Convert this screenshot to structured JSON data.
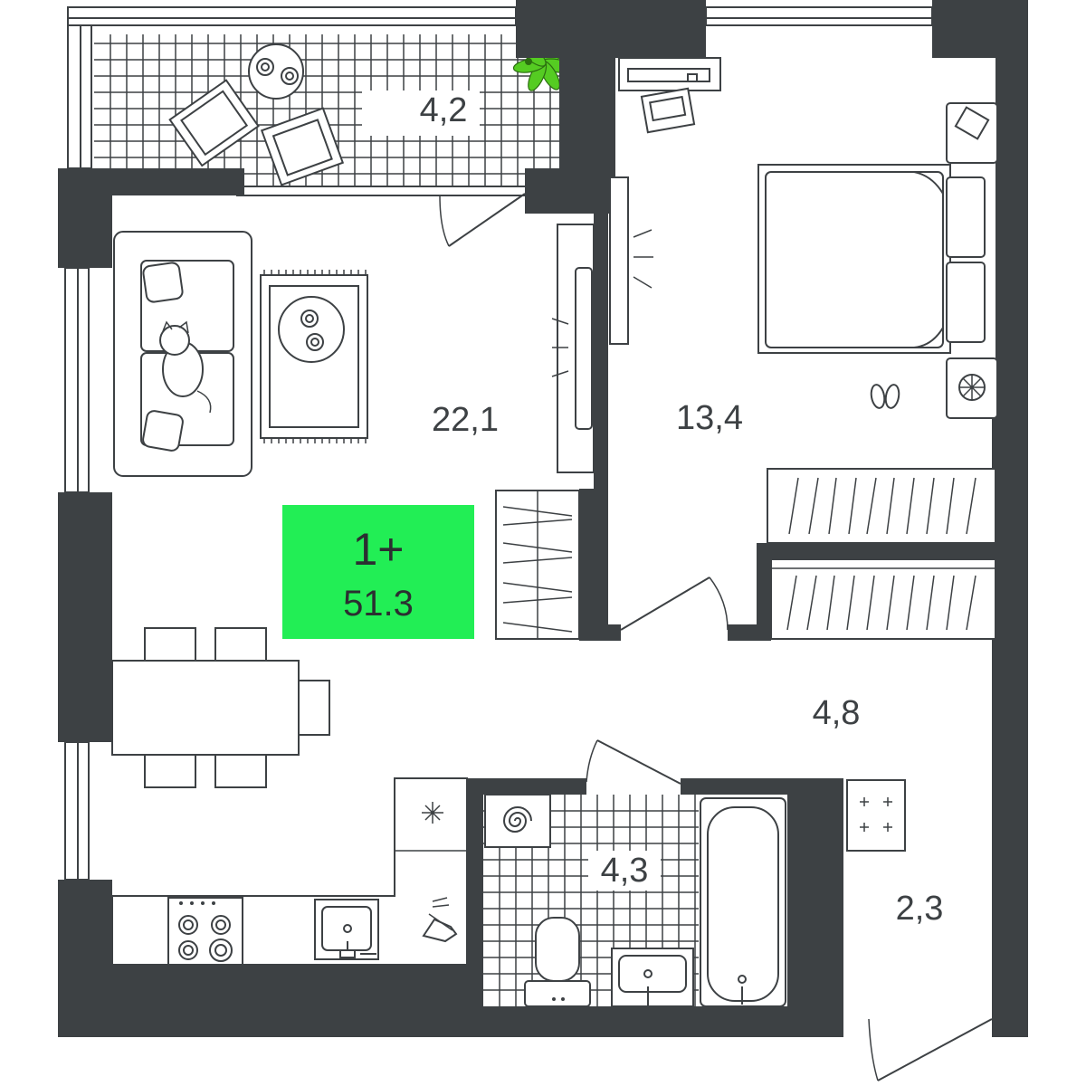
{
  "badge": {
    "type": "1+",
    "total_area": "51.3",
    "color": "#22ee55"
  },
  "rooms": {
    "balcony": "4,2",
    "living_kitchen": "22,1",
    "bedroom": "13,4",
    "hallway": "4,8",
    "bathroom": "4,3",
    "storage": "2,3"
  },
  "colors": {
    "wall": "#3d4144",
    "plant": "#55cc22"
  },
  "icons": [
    "armchair-icon",
    "coffee-table-icon",
    "plant-icon",
    "sofa-icon",
    "cat-icon",
    "rug-icon",
    "desk-icon",
    "bed-icon",
    "nightstand-icon",
    "slippers-icon",
    "wardrobe-icon",
    "dining-table-icon",
    "stove-icon",
    "sink-icon",
    "fridge-icon",
    "washing-machine-icon",
    "bathtub-icon",
    "toilet-icon",
    "washbasin-icon",
    "cleaning-icon",
    "electric-panel-icon"
  ]
}
